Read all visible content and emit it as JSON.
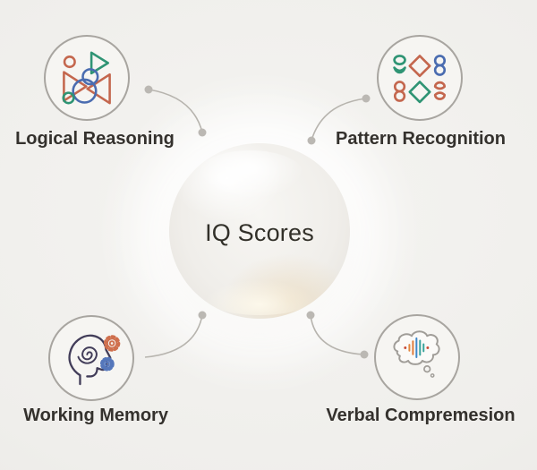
{
  "center": {
    "title": "IQ Scores"
  },
  "nodes": [
    {
      "label": "Logical Reasoning",
      "icon": "logical-reasoning-icon",
      "position": "top-left"
    },
    {
      "label": "Pattern Recognition",
      "icon": "pattern-recognition-icon",
      "position": "top-right"
    },
    {
      "label": "Working Memory",
      "icon": "working-memory-icon",
      "position": "bottom-left"
    },
    {
      "label": "Verbal Compremesion",
      "icon": "verbal-comprehension-icon",
      "position": "bottom-right"
    }
  ],
  "colors": {
    "background": "#efeeeb",
    "text": "#34312d",
    "node_border": "#a8a5a0",
    "connector": "#b7b4ae",
    "accent_orange": "#c4674e",
    "accent_green": "#2f9474",
    "accent_blue": "#4a6cb0",
    "accent_teal": "#38a29a",
    "accent_sky": "#3e87c9",
    "head_outline": "#423d59",
    "gear_orange": "#cf6f4d",
    "gear_blue": "#5577bb"
  }
}
